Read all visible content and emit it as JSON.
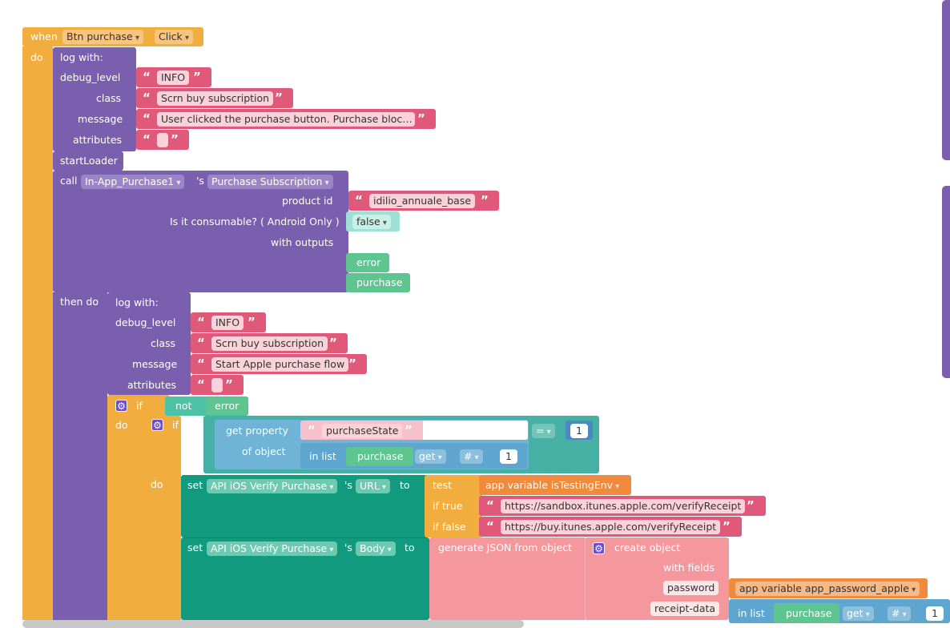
{
  "event": {
    "when": "when",
    "component": "Btn purchase",
    "event": "Click",
    "do": "do"
  },
  "log1": {
    "header": "log  with:",
    "labels": {
      "debug_level": "debug_level",
      "class": "class",
      "message": "message",
      "attributes": "attributes"
    },
    "debug_level": "INFO",
    "class": "Scrn buy subscription",
    "message": "User clicked the purchase button.  Purchase bloc…",
    "attributes": ""
  },
  "start_loader": "startLoader",
  "call": {
    "call_label": "call",
    "component": "In-App_Purchase1",
    "possessive": "'s",
    "method": "Purchase Subscription",
    "product_id_label": "product id",
    "product_id": "idilio_annuale_base",
    "consumable_label": "Is it consumable? ( Android Only )",
    "consumable": "false",
    "outputs_label": "with outputs",
    "outputs": [
      "error",
      "purchase"
    ],
    "then_do": "then do"
  },
  "log2": {
    "header": "log  with:",
    "labels": {
      "debug_level": "debug_level",
      "class": "class",
      "message": "message",
      "attributes": "attributes"
    },
    "debug_level": "INFO",
    "class": "Scrn buy subscription",
    "message": "Start Apple purchase flow",
    "attributes": ""
  },
  "if_outer": {
    "if": "if",
    "not": "not",
    "var": "error",
    "do": "do"
  },
  "if_inner": {
    "if": "if",
    "get_property": "get property",
    "of_object": "of object",
    "property": "purchaseState",
    "in_list": "in list",
    "list_var": "purchase",
    "get": "get",
    "hash": "#",
    "index": "1",
    "op": "=",
    "compare_value": "1",
    "do": "do"
  },
  "set1": {
    "set": "set",
    "component": "API iOS Verify Purchase",
    "possessive": "'s",
    "property": "URL",
    "to": "to",
    "test": "test",
    "if_true": "if true",
    "if_false": "if false",
    "test_value": "app variable isTestingEnv",
    "true_value": "https://sandbox.itunes.apple.com/verifyReceipt",
    "false_value": "https://buy.itunes.apple.com/verifyReceipt"
  },
  "set2": {
    "set": "set",
    "component": "API iOS Verify Purchase",
    "possessive": "'s",
    "property": "Body",
    "to": "to",
    "generate_json": "generate JSON from object",
    "create_object": "create object",
    "with_fields": "with fields",
    "password_key": "password",
    "password_value": "app variable app_password_apple",
    "receipt_key": "receipt-data",
    "in_list": "in list",
    "list_var": "purchase",
    "get": "get",
    "hash": "#",
    "index": "1"
  },
  "colors": {
    "event": "#f2ad3f",
    "log": "#7a5fae",
    "text": "#e0587a",
    "logic": "#5ec490",
    "control": "#119a7e",
    "list": "#5e9fc5",
    "json": "#f4989d",
    "variable": "#f08a3c"
  }
}
